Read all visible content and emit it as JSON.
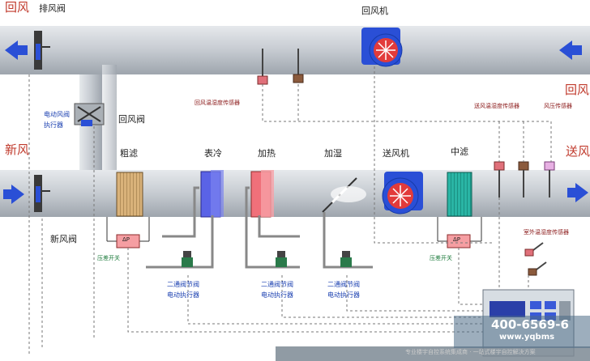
{
  "labels": {
    "return_air_left": "回风",
    "exhaust_damper": "排风阀",
    "return_fan": "回风机",
    "return_air_right": "回风",
    "electric_damper_actuator": "电动风阀\n执行器",
    "return_damper": "回风阀",
    "return_temp_hum_sensor": "回风温湿度传感器",
    "supply_temp_hum_sensor": "送风温湿度传感器",
    "air_pressure_sensor": "风压传感器",
    "fresh_air": "新风",
    "supply_air": "送风",
    "coarse_filter": "粗滤",
    "cooling_coil": "表冷",
    "heating_coil": "加热",
    "humidifier": "加湿",
    "supply_fan": "送风机",
    "medium_filter": "中滤",
    "fresh_damper": "新风阀",
    "pressure_switch_1": "压差开关",
    "pressure_switch_2": "压差开关",
    "outdoor_temp_hum_sensor": "室外温湿度传感器",
    "valve_actuator_1": "二通阀节阀\n电动执行器",
    "valve_actuator_2": "二通阀节阀\n电动执行器",
    "valve_actuator_3": "二通阀节阀\n电动执行器",
    "dp_label": "ΔP"
  },
  "footer": {
    "phone": "400-6569-6",
    "website": "www.yqbms",
    "tagline": "专业楼宇自控系统集成商 · 一站式楼宇自控解决方案"
  },
  "colors": {
    "duct": "#c8cdd3",
    "arrow": "#2a4fd6",
    "cooling": "#5a63e6",
    "heating": "#f0707a",
    "filter_coarse": "#d9b27a",
    "filter_medium": "#2ab5a5",
    "fan": "#2a4fd6",
    "label_red": "#c0392b"
  }
}
